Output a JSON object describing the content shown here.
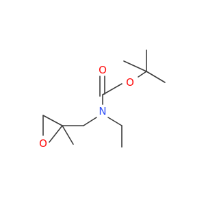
{
  "diagram": {
    "type": "skeletal-structure",
    "atoms": {
      "carbonyl_oxygen": {
        "label": "O",
        "color": "#ff0d0d"
      },
      "ester_oxygen": {
        "label": "O",
        "color": "#ff0d0d"
      },
      "nitrogen": {
        "label": "N",
        "color": "#3050f8"
      },
      "epoxide_oxygen": {
        "label": "O",
        "color": "#ff0d0d"
      }
    },
    "bond_color": "#3c3c3c",
    "background": "#ffffff"
  }
}
